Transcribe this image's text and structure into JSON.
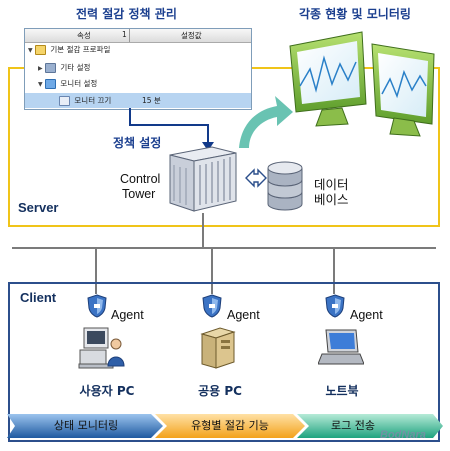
{
  "header": {
    "policy_title": "전력 절감 정책 관리",
    "monitor_title": "각종 현황 및 모니터링"
  },
  "tree_panel": {
    "col_1": "속성",
    "col_1_num": "1",
    "col_2": "설정값",
    "rows": [
      {
        "label": "기본 절감 프로파일"
      },
      {
        "label": "기타 설정"
      },
      {
        "label": "모니터 설정"
      },
      {
        "label": "모니터 끄기",
        "value": "15 분"
      }
    ]
  },
  "server": {
    "section_label": "Server",
    "policy_setting_label": "정책 설정",
    "control_tower_line1": "Control",
    "control_tower_line2": "Tower",
    "database_line1": "데이터",
    "database_line2": "베이스"
  },
  "client": {
    "section_label": "Client",
    "agents": [
      {
        "agent_label": "Agent",
        "device_label": "사용자 PC",
        "icon": "user-pc-icon"
      },
      {
        "agent_label": "Agent",
        "device_label": "공용 PC",
        "icon": "server-pc-icon"
      },
      {
        "agent_label": "Agent",
        "device_label": "노트북",
        "icon": "laptop-icon"
      }
    ]
  },
  "feature_steps": [
    {
      "label": "상태 모니터링",
      "color": "#1f5aa0"
    },
    {
      "label": "유형별 절감 기능",
      "color": "#f3a21b"
    },
    {
      "label": "로그 전송",
      "color": "#1fa37f"
    }
  ],
  "watermark": "BodNara",
  "colors": {
    "server_border": "#f0c419",
    "client_border": "#2c4f8c",
    "title_blue": "#1b3f8f",
    "tree_selection": "#b7d4f1",
    "arrow_teal": "#4fb8a4"
  }
}
